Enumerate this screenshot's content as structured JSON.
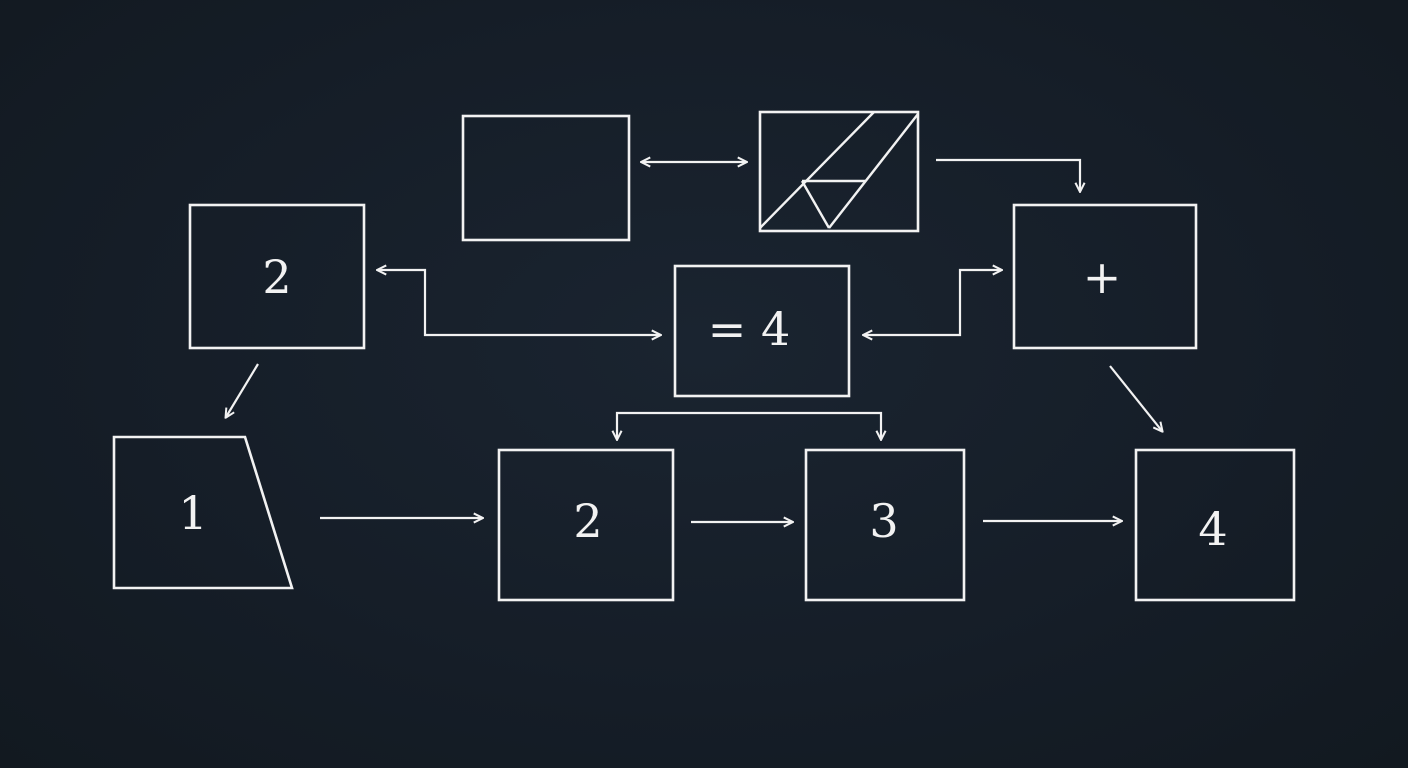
{
  "nodes": [
    {
      "id": "top-left-box",
      "label": ""
    },
    {
      "id": "triangle-box",
      "label": ""
    },
    {
      "id": "left-two",
      "label": "2"
    },
    {
      "id": "equals-four",
      "label": "= 4"
    },
    {
      "id": "plus-box",
      "label": "+"
    },
    {
      "id": "one-box",
      "label": "1"
    },
    {
      "id": "bottom-two",
      "label": "2"
    },
    {
      "id": "bottom-three",
      "label": "3"
    },
    {
      "id": "bottom-four",
      "label": "4"
    }
  ],
  "colors": {
    "background": "#151d27",
    "stroke": "#f2f2f2"
  }
}
